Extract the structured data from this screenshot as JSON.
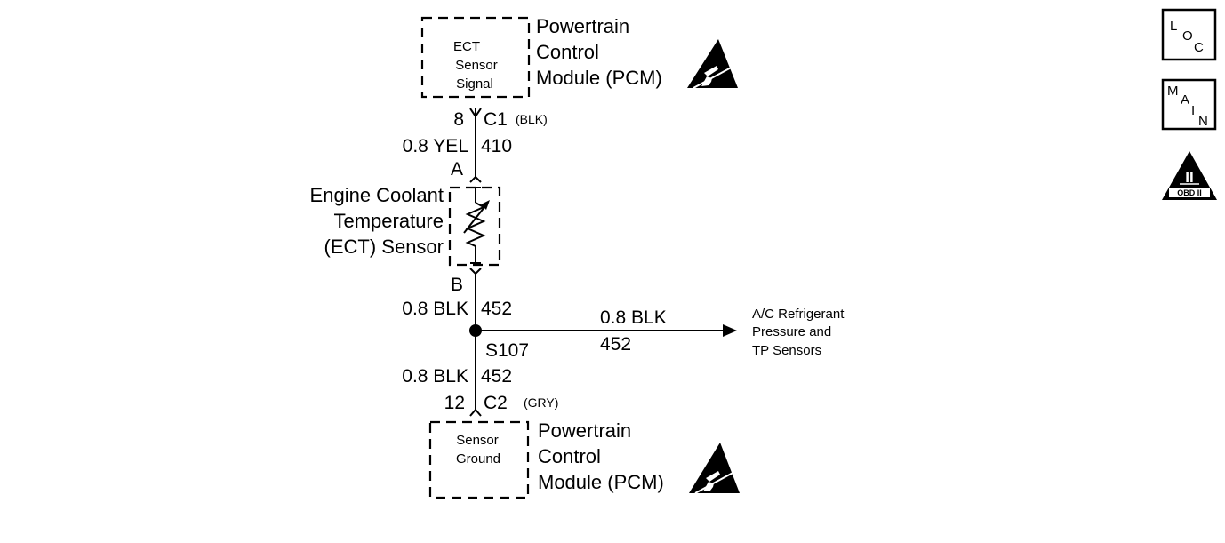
{
  "pcm_top": {
    "box_lines": [
      "ECT",
      "Sensor",
      "Signal"
    ],
    "title_lines": [
      "Powertrain",
      "Control",
      "Module (PCM)"
    ]
  },
  "connector_c1": {
    "pin": "8",
    "name": "C1",
    "color": "(BLK)"
  },
  "wire_top": {
    "gauge_color": "0.8 YEL",
    "circuit": "410"
  },
  "sensor": {
    "terminal_a": "A",
    "terminal_b": "B",
    "label_lines": [
      "Engine Coolant",
      "Temperature",
      "(ECT) Sensor"
    ]
  },
  "wire_mid": {
    "gauge_color": "0.8 BLK",
    "circuit": "452"
  },
  "splice": {
    "name": "S107"
  },
  "branch": {
    "gauge_color": "0.8 BLK",
    "circuit": "452",
    "dest_lines": [
      "A/C Refrigerant",
      "Pressure and",
      "TP Sensors"
    ]
  },
  "wire_bottom": {
    "gauge_color": "0.8 BLK",
    "circuit": "452"
  },
  "connector_c2": {
    "pin": "12",
    "name": "C2",
    "color": "(GRY)"
  },
  "pcm_bottom": {
    "box_lines": [
      "Sensor",
      "Ground"
    ],
    "title_lines": [
      "Powertrain",
      "Control",
      "Module (PCM)"
    ]
  },
  "side_icons": {
    "loc": [
      "L",
      "O",
      "C"
    ],
    "main": [
      "M",
      "A",
      "I",
      "N"
    ],
    "obd": {
      "numeral": "II",
      "caption": "OBD II"
    }
  }
}
